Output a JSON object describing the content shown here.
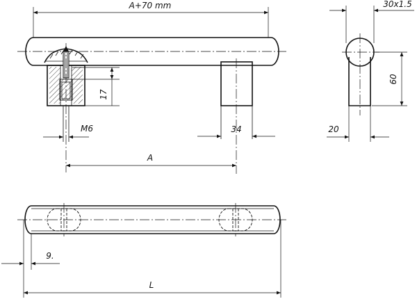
{
  "dimensions": {
    "overall_top": "A+70 mm",
    "tube": "30x1.5",
    "height": "60",
    "post_depth": "20",
    "thread": "M6",
    "screw_depth": "17",
    "post_width": "34",
    "hole_spacing": "A",
    "end_offset": "9.",
    "length": "L"
  },
  "colors": {
    "line": "#111111",
    "background": "#ffffff"
  }
}
